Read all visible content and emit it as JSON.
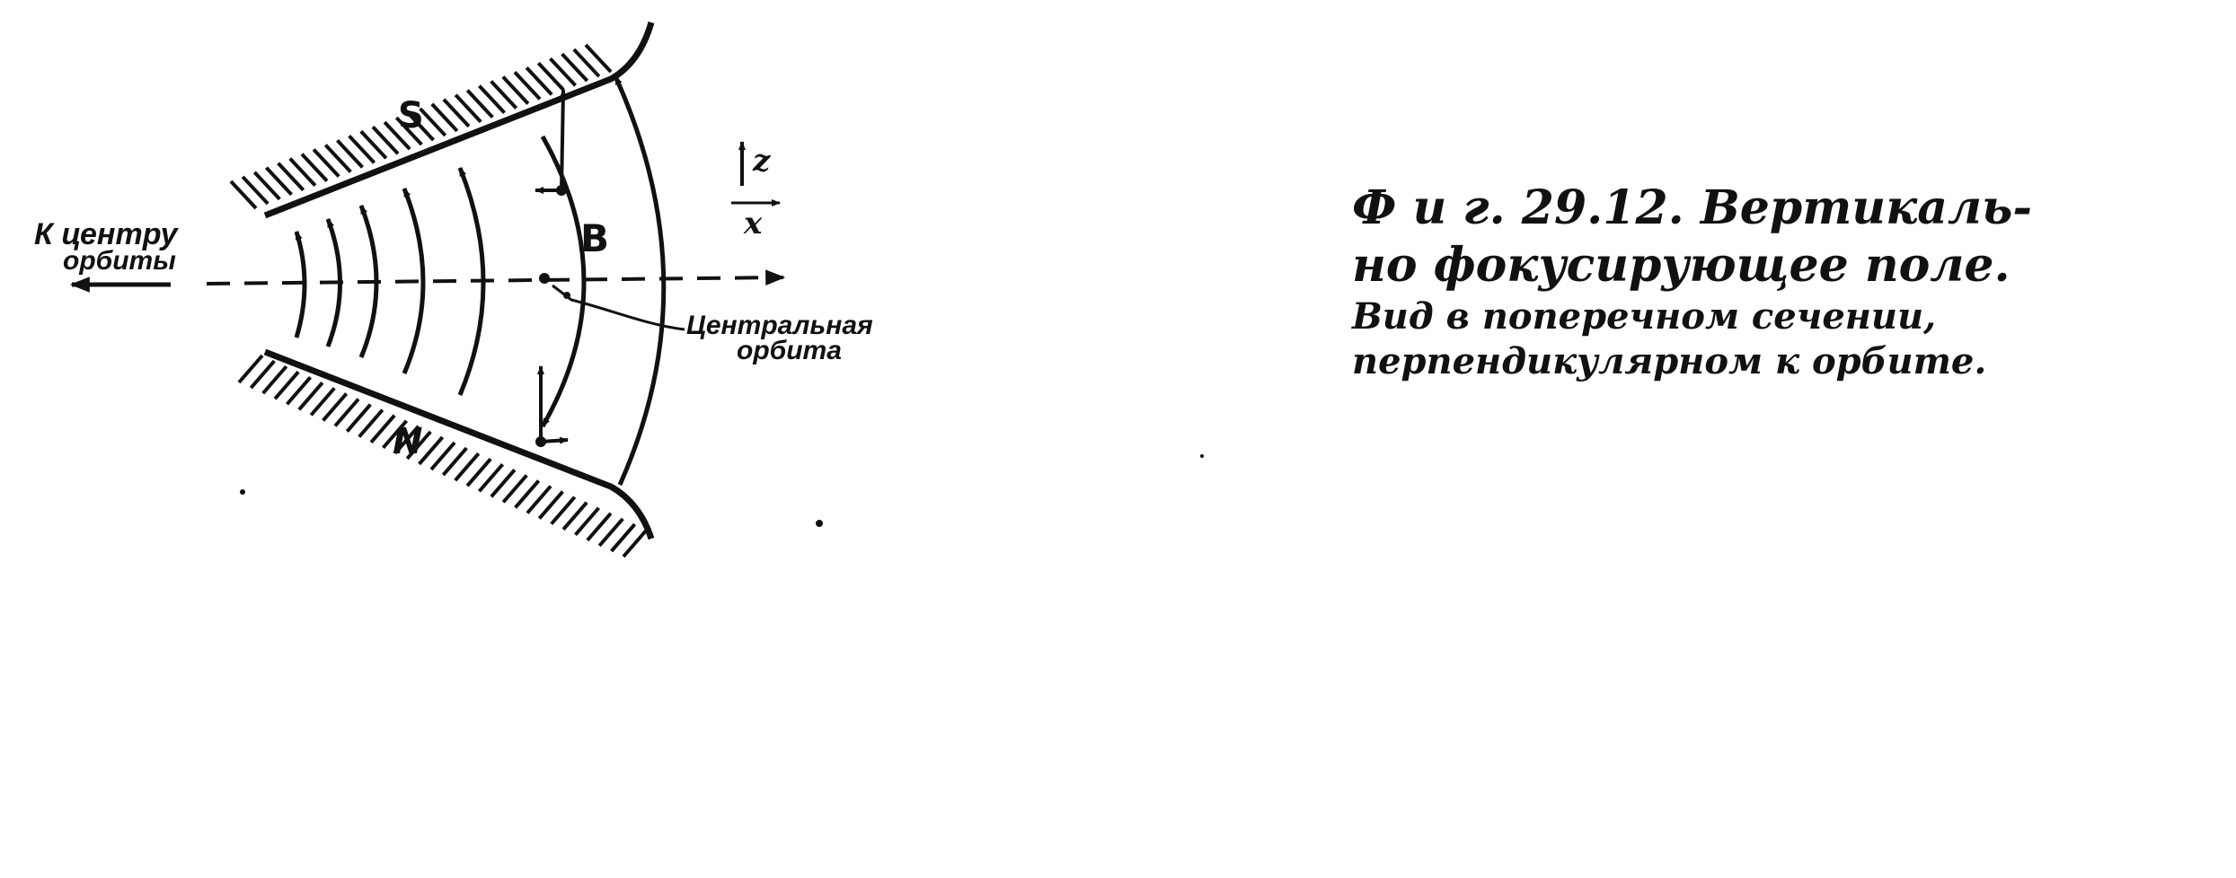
{
  "diagram": {
    "labels": {
      "pole_top": "S",
      "pole_bottom": "N",
      "field": "B",
      "axis_z": "z",
      "axis_x": "x",
      "to_center_line1": "К центру",
      "to_center_line2": "орбиты",
      "central_orbit_line1": "Центральная",
      "central_orbit_line2": "орбита"
    },
    "colors": {
      "ink": "#111111",
      "background": "#ffffff"
    }
  },
  "caption": {
    "line1": "Ф и г.  29.12. Вертикаль-",
    "line2": "но фокусирующее поле.",
    "line3": "Вид в поперечном сечении,",
    "line4": "перпендикулярном к орбите."
  }
}
